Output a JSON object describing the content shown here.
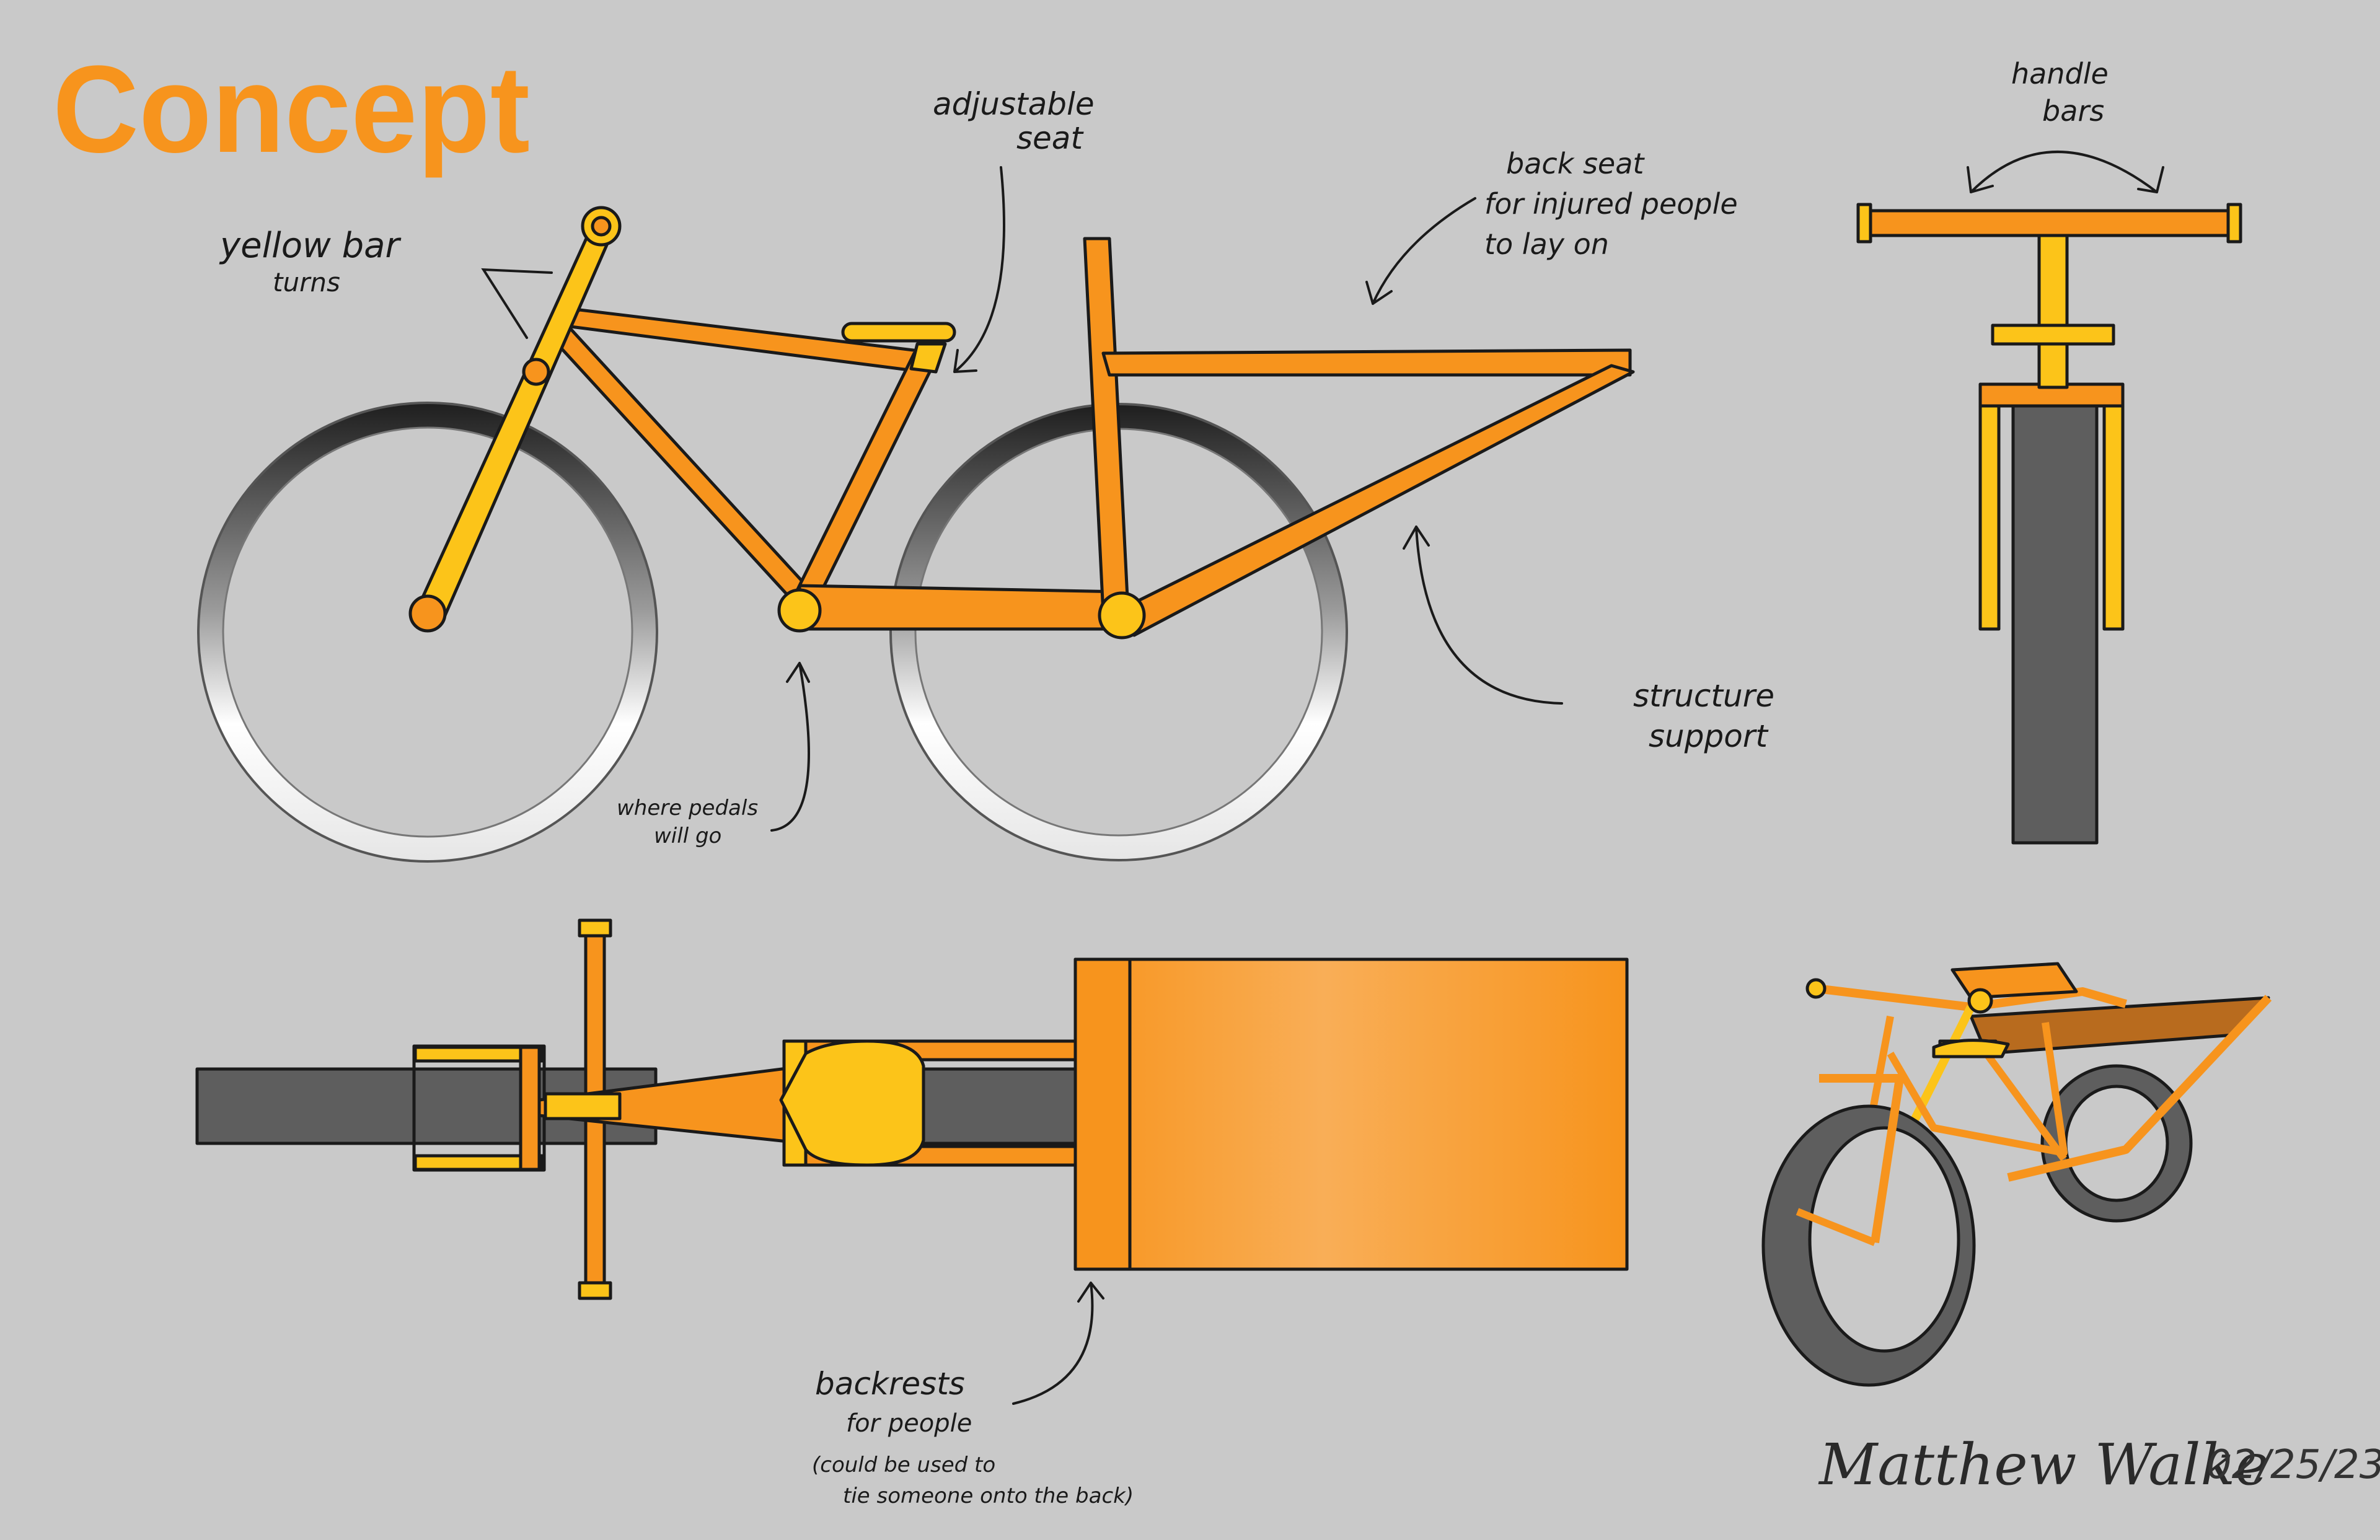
{
  "title": "Concept",
  "colors": {
    "background": "#c9c9c9",
    "title": "#f7941d",
    "frame_orange": "#f7941d",
    "frame_yellow": "#fcc419",
    "tire_gray": "#5e5e5e",
    "outline": "#1a1a1a"
  },
  "annotations": {
    "yellow_bar": [
      "yellow bar",
      "turns"
    ],
    "adjustable_seat": [
      "adjustable",
      "seat"
    ],
    "back_seat": [
      "back seat",
      "for injured people",
      "to lay on"
    ],
    "handle_bars": [
      "handle",
      "bars"
    ],
    "structure_support": [
      "structure",
      "support"
    ],
    "pedals": [
      "where pedals",
      "will go"
    ],
    "backrests": [
      "backrests",
      "for people",
      "(could be used to",
      "tie someone onto the back)"
    ]
  },
  "signature": {
    "name": "Matthew Walke",
    "date": "02/25/23"
  }
}
